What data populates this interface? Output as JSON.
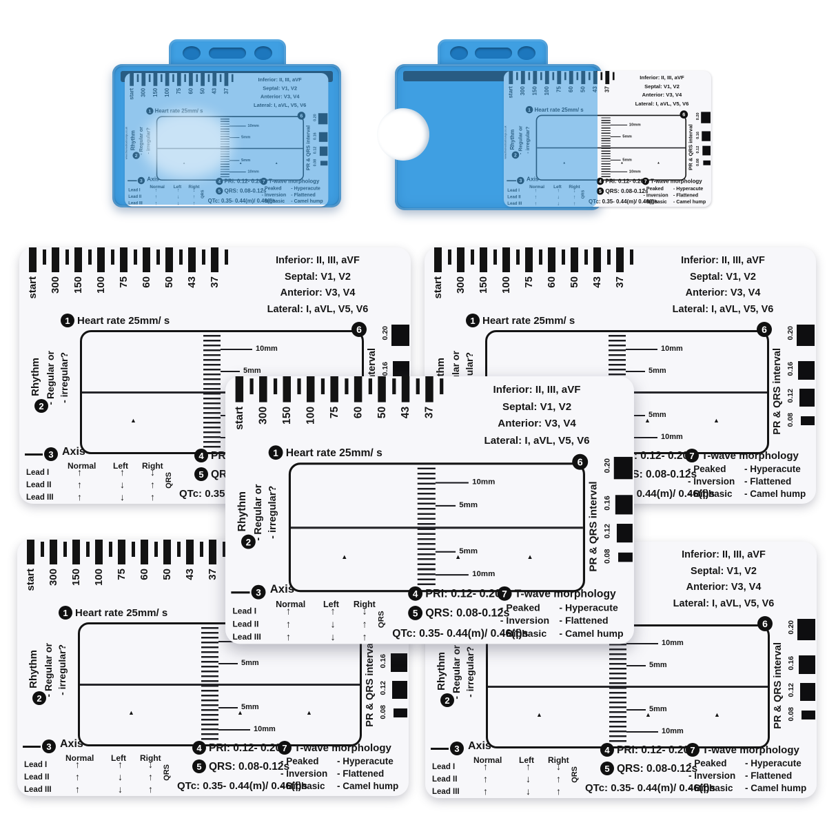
{
  "scene": {
    "background": "#ffffff",
    "holder_color": "#3f9fe2",
    "holder_dark_color": "#1d77bd",
    "card_color": "#f7f7fa",
    "ink_color": "#151515"
  },
  "card": {
    "ruler": {
      "labels": [
        "start",
        "300",
        "150",
        "100",
        "75",
        "60",
        "50",
        "43",
        "37"
      ]
    },
    "heart_rate": {
      "badge": "1",
      "label": "Heart rate 25mm/ s"
    },
    "lead_placement": [
      "Inferior: II, III, aVF",
      "Septal: V1, V2",
      "Anterior: V3, V4",
      "Lateral: I, aVL, V5, V6"
    ],
    "rhythm": {
      "badge": "2",
      "title": "Rhythm",
      "line1": "- Regular or",
      "line2": "- irregular?"
    },
    "box": {
      "badge": "6",
      "tick_labels": [
        "10mm",
        "5mm",
        "5mm",
        "10mm"
      ],
      "marker": "▲"
    },
    "interval": {
      "label": "PR & QRS interval",
      "values": [
        "0.20",
        "0.16",
        "0.12",
        "0.08"
      ]
    },
    "axis": {
      "badge": "3",
      "title": "Axis",
      "columns": [
        "Normal",
        "Left",
        "Right"
      ],
      "qrs": "QRS",
      "rows": [
        {
          "label": "Lead I",
          "arrows": [
            "↑",
            "↑",
            "↓"
          ]
        },
        {
          "label": "Lead II",
          "arrows": [
            "↑",
            "↓",
            "↑"
          ]
        },
        {
          "label": "Lead III",
          "arrows": [
            "↑",
            "↓",
            "↑"
          ]
        }
      ]
    },
    "pri": {
      "badge": "4",
      "text": "PRI: 0.12- 0.20s"
    },
    "qrs": {
      "badge": "5",
      "text": "QRS: 0.08-0.12s"
    },
    "qtc": "QTc: 0.35- 0.44(m)/ 0.46(f)s",
    "twave": {
      "badge": "7",
      "title": "T-wave morphology",
      "items_left": [
        "- Peaked",
        "- Inversion",
        "- Biphasic"
      ],
      "items_right": [
        "- Hyperacute",
        "- Flattened",
        "- Camel hump"
      ]
    },
    "website": "www.themedicallounge.co.uk"
  }
}
